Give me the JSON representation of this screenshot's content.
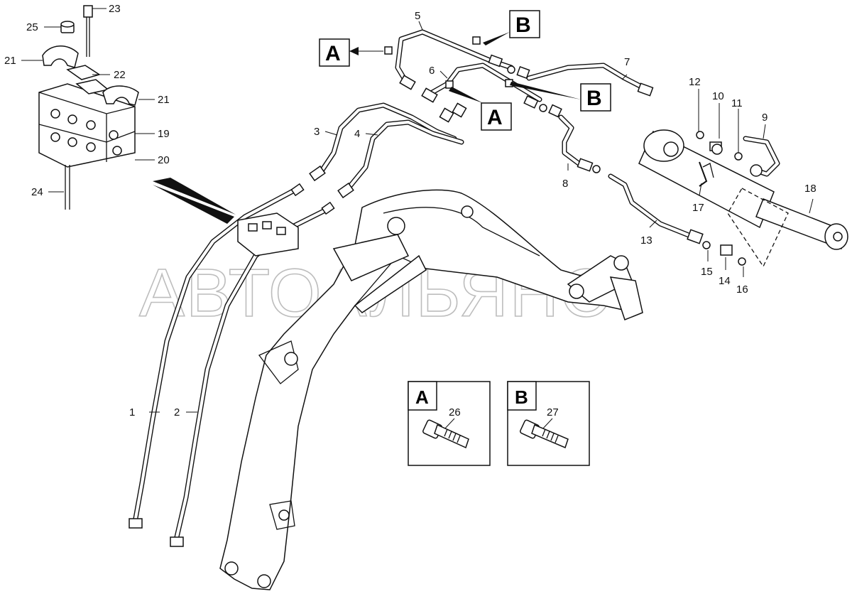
{
  "watermark": "АВТОАЛЬЯНС",
  "callouts": {
    "c1": "1",
    "c2": "2",
    "c3": "3",
    "c4": "4",
    "c5": "5",
    "c6": "6",
    "c7": "7",
    "c8": "8",
    "c9": "9",
    "c10": "10",
    "c11": "11",
    "c12": "12",
    "c13": "13",
    "c14": "14",
    "c15": "15",
    "c16": "16",
    "c17": "17",
    "c18": "18",
    "c19": "19",
    "c20": "20",
    "c21a": "21",
    "c21b": "21",
    "c22": "22",
    "c23": "23",
    "c24": "24",
    "c25": "25",
    "c26": "26",
    "c27": "27"
  },
  "views": {
    "A": "A",
    "B": "B"
  },
  "detail_boxes": {
    "A": {
      "letter": "A",
      "part": "26"
    },
    "B": {
      "letter": "B",
      "part": "27"
    }
  }
}
